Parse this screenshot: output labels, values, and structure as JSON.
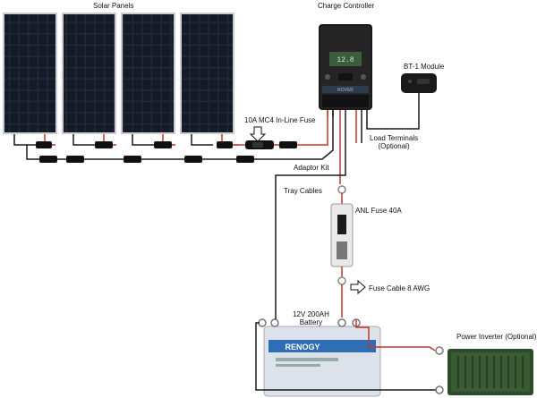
{
  "labels": {
    "solar_panels": "Solar Panels",
    "charge_controller": "Charge Controller",
    "bt1_module": "BT-1 Module",
    "mc4_fuse": "10A MC4 In-Line Fuse",
    "load_terminals_line1": "Load Terminals",
    "load_terminals_line2": "(Optional)",
    "adaptor_kit": "Adaptor Kit",
    "tray_cables": "Tray Cables",
    "anl_fuse": "ANL Fuse 40A",
    "fuse_cable": "Fuse Cable 8 AWG",
    "battery_line1": "12V 200AH",
    "battery_line2": "Battery",
    "power_inverter": "Power Inverter (Optional)"
  },
  "controller": {
    "display_value": "12.8",
    "brand_text": "ROVER"
  },
  "battery": {
    "brand": "RENOGY"
  },
  "icons": {
    "panel": "solar-panel-icon",
    "controller": "charge-controller-icon",
    "bt1": "bt1-module-icon",
    "fuse": "anl-fuse-icon",
    "battery": "battery-icon",
    "inverter": "inverter-icon",
    "arrow_down": "arrow-down-icon",
    "arrow_right": "arrow-right-icon"
  },
  "colors": {
    "cable_red": "#c0392b",
    "cable_black": "#1a1a1a",
    "cable_grey": "#888888",
    "panel_cell": "#1b2330",
    "panel_frame": "#c9cdd2",
    "battery_blue": "#2f6db5",
    "inverter_green": "#2f4a2a"
  }
}
